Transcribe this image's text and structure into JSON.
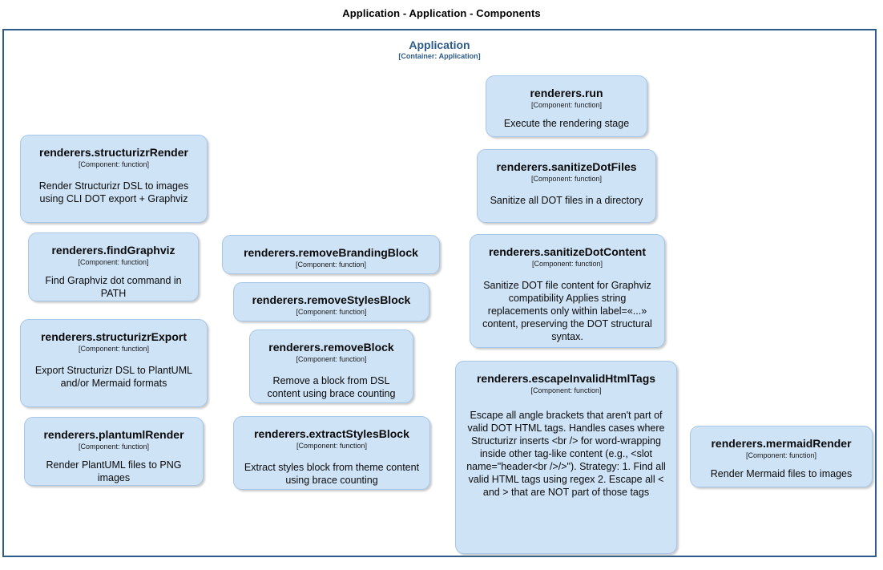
{
  "title": "Application - Application - Components",
  "colors": {
    "boundary_border": "#2e5c8a",
    "boundary_text": "#2e5c8a",
    "component_fill": "#cfe3f7",
    "component_border": "#a6c7e8",
    "page_background": "#ffffff"
  },
  "boundary": {
    "name": "Application",
    "meta": "[Container: Application]"
  },
  "components": [
    {
      "id": "renderers-run",
      "name": "renderers.run",
      "meta": "[Component: function]",
      "description": "Execute the rendering stage"
    },
    {
      "id": "renderers-sanitizeDotFiles",
      "name": "renderers.sanitizeDotFiles",
      "meta": "[Component: function]",
      "description": "Sanitize all DOT files in a directory"
    },
    {
      "id": "renderers-sanitizeDotContent",
      "name": "renderers.sanitizeDotContent",
      "meta": "[Component: function]",
      "description": "Sanitize DOT file content for Graphviz compatibility Applies string replacements only within label=«...» content, preserving the DOT structural syntax."
    },
    {
      "id": "renderers-escapeInvalidHtmlTags",
      "name": "renderers.escapeInvalidHtmlTags",
      "meta": "[Component: function]",
      "description": "Escape all angle brackets that aren't part of valid DOT HTML tags. Handles cases where Structurizr inserts <br /> for word-wrapping inside other tag-like content (e.g., <slot name=\"header<br />/>\"). Strategy: 1. Find all valid HTML tags using regex 2. Escape all < and > that are NOT part of those tags"
    },
    {
      "id": "renderers-structurizrRender",
      "name": "renderers.structurizrRender",
      "meta": "[Component: function]",
      "description": "Render Structurizr DSL to images using CLI DOT export + Graphviz"
    },
    {
      "id": "renderers-findGraphviz",
      "name": "renderers.findGraphviz",
      "meta": "[Component: function]",
      "description": "Find Graphviz dot command in PATH"
    },
    {
      "id": "renderers-structurizrExport",
      "name": "renderers.structurizrExport",
      "meta": "[Component: function]",
      "description": "Export Structurizr DSL to PlantUML and/or Mermaid formats"
    },
    {
      "id": "renderers-plantumlRender",
      "name": "renderers.plantumlRender",
      "meta": "[Component: function]",
      "description": "Render PlantUML files to PNG images"
    },
    {
      "id": "renderers-removeBrandingBlock",
      "name": "renderers.removeBrandingBlock",
      "meta": "[Component: function]",
      "description": ""
    },
    {
      "id": "renderers-removeStylesBlock",
      "name": "renderers.removeStylesBlock",
      "meta": "[Component: function]",
      "description": ""
    },
    {
      "id": "renderers-removeBlock",
      "name": "renderers.removeBlock",
      "meta": "[Component: function]",
      "description": "Remove a block from DSL content using brace counting"
    },
    {
      "id": "renderers-extractStylesBlock",
      "name": "renderers.extractStylesBlock",
      "meta": "[Component: function]",
      "description": "Extract styles block from theme content using brace counting"
    },
    {
      "id": "renderers-mermaidRender",
      "name": "renderers.mermaidRender",
      "meta": "[Component: function]",
      "description": "Render Mermaid files to images"
    }
  ]
}
